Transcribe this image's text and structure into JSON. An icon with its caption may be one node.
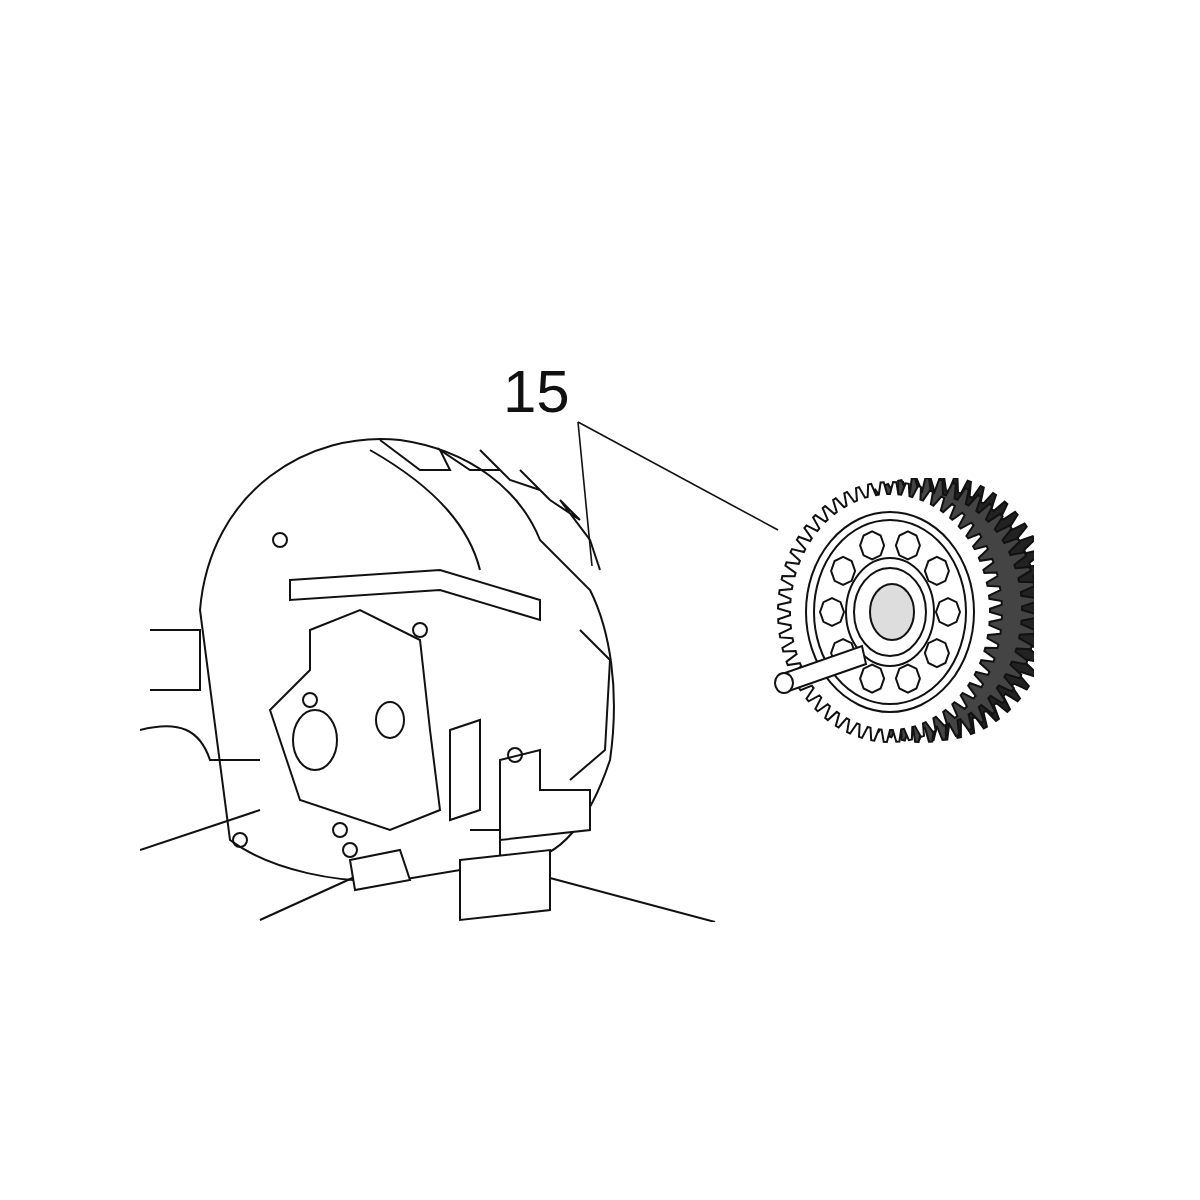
{
  "diagram": {
    "nodes": [
      {
        "text": [
          "15"
        ]
      },
      {
        "text": [],
        "shape": "picture"
      },
      {
        "text": [],
        "shape": "picture"
      }
    ],
    "edges": [
      {
        "from": 0,
        "to": 2,
        "arrow": "none"
      },
      {
        "from": 0,
        "to": 1,
        "arrow": "none"
      }
    ]
  }
}
